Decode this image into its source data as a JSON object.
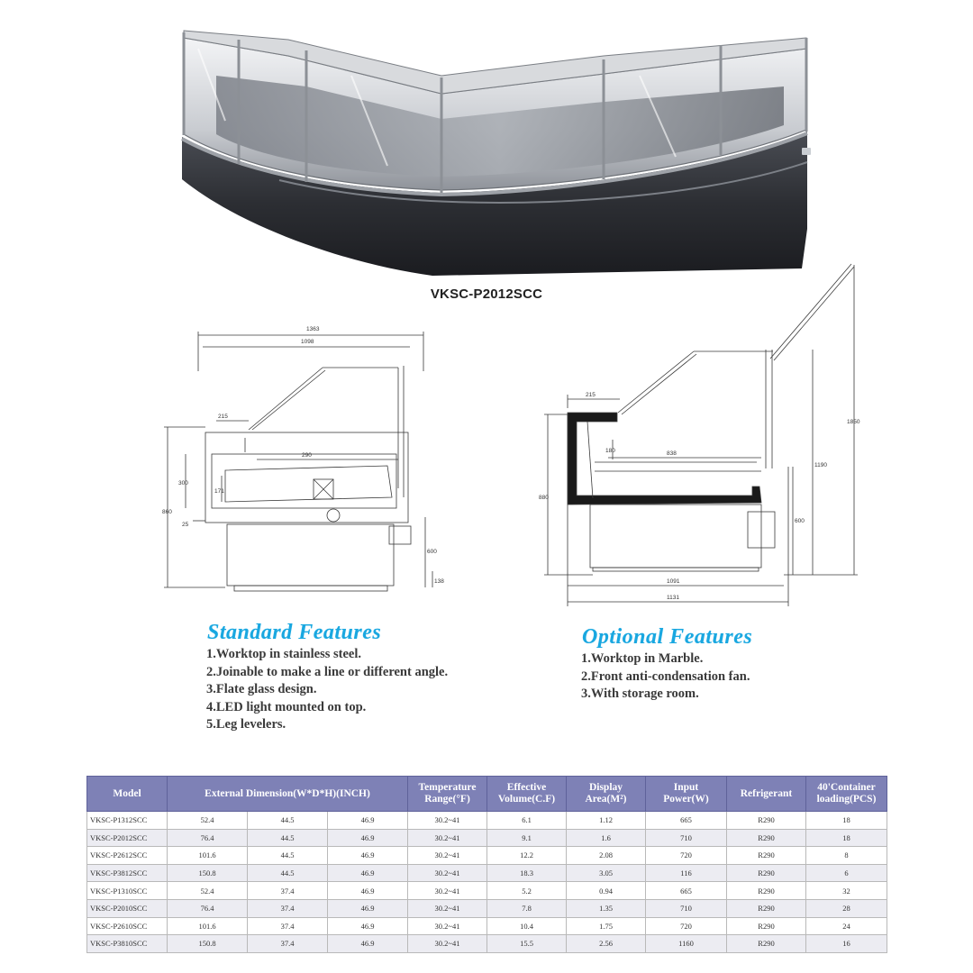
{
  "product": {
    "model_caption": "VKSC-P2012SCC"
  },
  "drawing_left": {
    "dims": [
      "1363",
      "1098",
      "215",
      "290",
      "171",
      "300",
      "25",
      "600",
      "138",
      "860"
    ]
  },
  "drawing_right": {
    "dims": [
      "215",
      "180",
      "838",
      "880",
      "1091",
      "1131",
      "1190",
      "1850",
      "600"
    ]
  },
  "standard_features": {
    "title": "Standard Features",
    "items": [
      "1.Worktop in stainless steel.",
      "2.Joinable to make a line or different angle.",
      "3.Flate glass design.",
      "4.LED light mounted on top.",
      "5.Leg levelers."
    ]
  },
  "optional_features": {
    "title": "Optional Features",
    "items": [
      "1.Worktop in Marble.",
      "2.Front anti-condensation fan.",
      "3.With storage room."
    ]
  },
  "spec_table": {
    "headers": {
      "model": "Model",
      "dimension": "External Dimension(W*D*H)(INCH)",
      "temperature": [
        "Temperature",
        "Range(°F)"
      ],
      "volume": [
        "Effective",
        "Volume(C.F)"
      ],
      "area": [
        "Display",
        "Area(M²)"
      ],
      "power": [
        "Input",
        "Power(W)"
      ],
      "refrigerant": "Refrigerant",
      "container": [
        "40'Container",
        "loading(PCS)"
      ]
    },
    "rows": [
      {
        "model": "VKSC-P1312SCC",
        "w": "52.4",
        "d": "44.5",
        "h": "46.9",
        "temp": "30.2~41",
        "volume": "6.1",
        "area": "1.12",
        "power": "665",
        "refrigerant": "R290",
        "loading": "18"
      },
      {
        "model": "VKSC-P2012SCC",
        "w": "76.4",
        "d": "44.5",
        "h": "46.9",
        "temp": "30.2~41",
        "volume": "9.1",
        "area": "1.6",
        "power": "710",
        "refrigerant": "R290",
        "loading": "18"
      },
      {
        "model": "VKSC-P2612SCC",
        "w": "101.6",
        "d": "44.5",
        "h": "46.9",
        "temp": "30.2~41",
        "volume": "12.2",
        "area": "2.08",
        "power": "720",
        "refrigerant": "R290",
        "loading": "8"
      },
      {
        "model": "VKSC-P3812SCC",
        "w": "150.8",
        "d": "44.5",
        "h": "46.9",
        "temp": "30.2~41",
        "volume": "18.3",
        "area": "3.05",
        "power": "116",
        "refrigerant": "R290",
        "loading": "6"
      },
      {
        "model": "VKSC-P1310SCC",
        "w": "52.4",
        "d": "37.4",
        "h": "46.9",
        "temp": "30.2~41",
        "volume": "5.2",
        "area": "0.94",
        "power": "665",
        "refrigerant": "R290",
        "loading": "32"
      },
      {
        "model": "VKSC-P2010SCC",
        "w": "76.4",
        "d": "37.4",
        "h": "46.9",
        "temp": "30.2~41",
        "volume": "7.8",
        "area": "1.35",
        "power": "710",
        "refrigerant": "R290",
        "loading": "28"
      },
      {
        "model": "VKSC-P2610SCC",
        "w": "101.6",
        "d": "37.4",
        "h": "46.9",
        "temp": "30.2~41",
        "volume": "10.4",
        "area": "1.75",
        "power": "720",
        "refrigerant": "R290",
        "loading": "24"
      },
      {
        "model": "VKSC-P3810SCC",
        "w": "150.8",
        "d": "37.4",
        "h": "46.9",
        "temp": "30.2~41",
        "volume": "15.5",
        "area": "2.56",
        "power": "1160",
        "refrigerant": "R290",
        "loading": "16"
      }
    ]
  }
}
